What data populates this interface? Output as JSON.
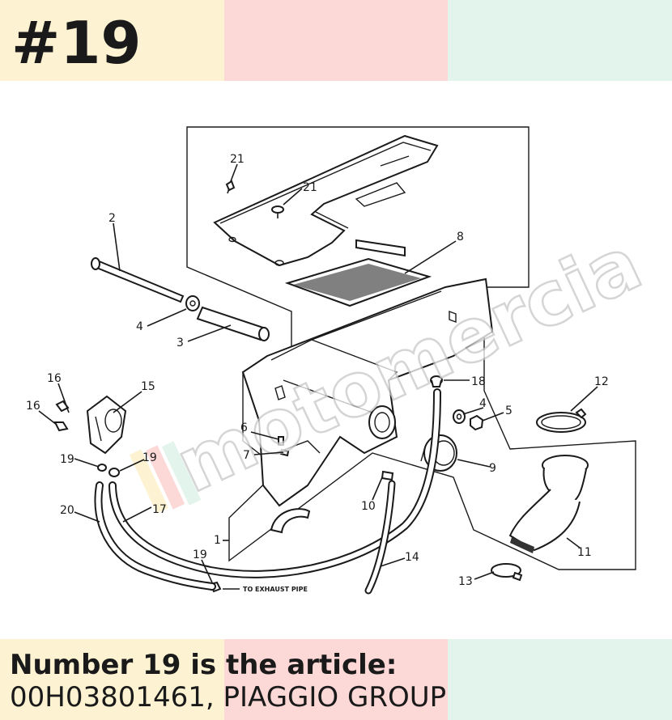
{
  "header": {
    "title": "#19",
    "band_colors": [
      "#fdf3d2",
      "#fcd9d7",
      "#e3f4ec"
    ]
  },
  "footer": {
    "line1": "Number 19 is the article:",
    "line2": "00H03801461, PIAGGIO GROUP",
    "band_colors": [
      "#fdf3d2",
      "#fcd9d7",
      "#e3f4ec"
    ]
  },
  "diagram": {
    "watermark": "motomercia",
    "exhaust_label": "TO EXHAUST PIPE",
    "callouts": [
      "21",
      "21",
      "2",
      "8",
      "4",
      "3",
      "16",
      "15",
      "16",
      "18",
      "12",
      "4",
      "5",
      "6",
      "7",
      "19",
      "19",
      "9",
      "20",
      "17",
      "10",
      "1",
      "11",
      "19",
      "14",
      "13"
    ]
  }
}
